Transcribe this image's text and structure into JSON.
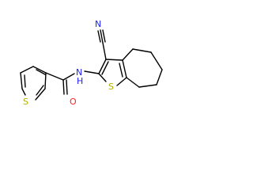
{
  "molecule": {
    "atoms": [
      {
        "id": "n_cyano",
        "label": "N",
        "color": "#2020ff"
      },
      {
        "id": "n_amide",
        "label": "N",
        "subscript_label": "H",
        "color": "#2020ff"
      },
      {
        "id": "o_carbonyl",
        "label": "O",
        "color": "#ff2020"
      },
      {
        "id": "s_thiophene",
        "label": "S",
        "color": "#b0b000"
      },
      {
        "id": "s_benzothiophene",
        "label": "S",
        "color": "#b0b000"
      }
    ],
    "nh_label": "H",
    "colors": {
      "bond": "#000000",
      "nitrogen": "#2020ff",
      "oxygen": "#ff2020",
      "sulfur": "#b0b000"
    }
  }
}
